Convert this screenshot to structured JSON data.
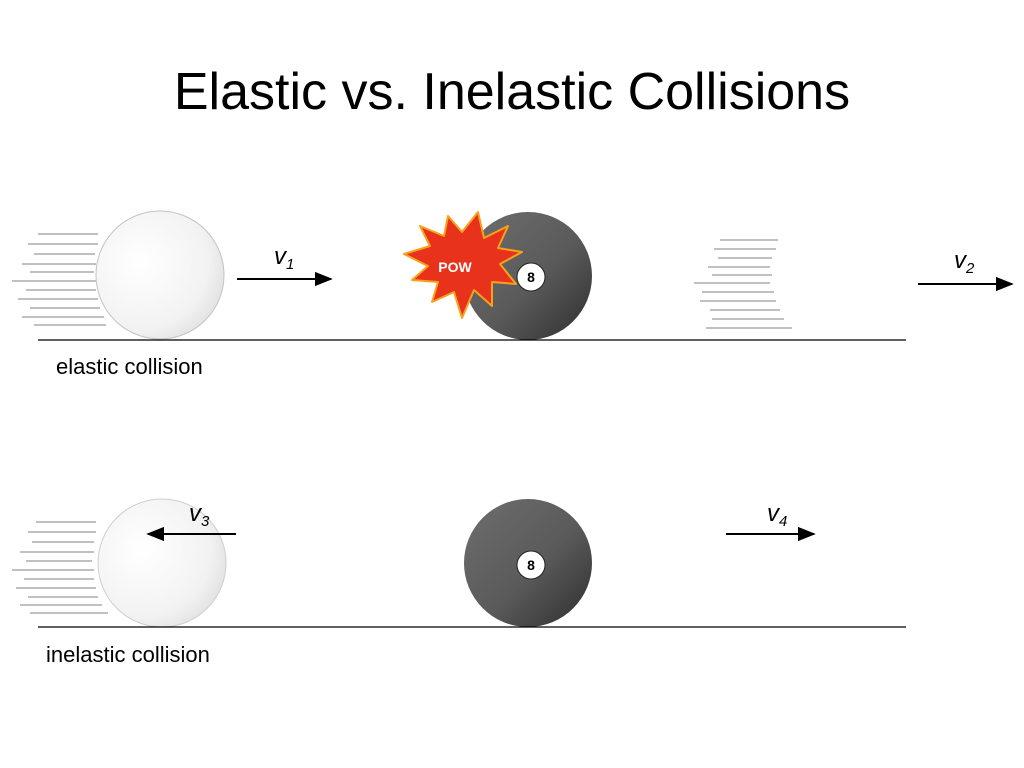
{
  "title": "Elastic vs. Inelastic Collisions",
  "panels": {
    "elastic": {
      "caption": "elastic collision",
      "velocity_left": {
        "symbol": "v",
        "subscript": "1",
        "direction": "right"
      },
      "velocity_right": {
        "symbol": "v",
        "subscript": "2",
        "direction": "right"
      },
      "impact_text": "POW",
      "ball_number": "8"
    },
    "inelastic": {
      "caption": "inelastic collision",
      "velocity_left": {
        "symbol": "v",
        "subscript": "3",
        "direction": "left"
      },
      "velocity_right": {
        "symbol": "v",
        "subscript": "4",
        "direction": "right"
      },
      "ball_number": "8"
    }
  },
  "colors": {
    "white_ball": "#eeeeee",
    "dark_ball": "#555555",
    "pow_burst": "#e8321c",
    "line": "#000000"
  }
}
